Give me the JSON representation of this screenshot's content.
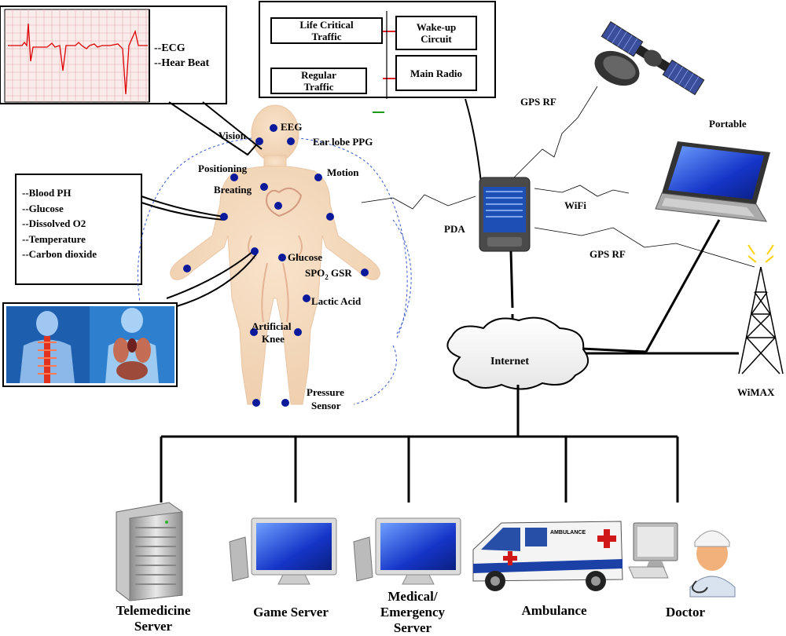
{
  "ecg_panel": {
    "lines": [
      "--ECG",
      "--Hear Beat"
    ]
  },
  "radio_panel": {
    "life_critical": "Life Critical Traffic",
    "regular": "Regular Traffic",
    "wakeup": "Wake-up Circuit",
    "main_radio": "Main Radio"
  },
  "blood_panel": {
    "lines": [
      "--Blood PH",
      "--Glucose",
      "--Dissolved O2",
      "--Temperature",
      "--Carbon dioxide"
    ]
  },
  "body_sensors": {
    "vision": "Vision",
    "eeg": "EEG",
    "ear_lobe": "Ear lobe PPG",
    "positioning": "Positioning",
    "motion": "Motion",
    "breating": "Breating",
    "glucose": "Glucose",
    "spo2": "SPO",
    "spo2_sub": "2",
    "gsr": "GSR",
    "lactic": "Lactic Acid",
    "knee_1": "Artificial",
    "knee_2": "Knee",
    "pressure_1": "Pressure",
    "pressure_2": "Sensor"
  },
  "network": {
    "pda": "PDA",
    "gps_rf_top": "GPS RF",
    "gps_rf_mid": "GPS RF",
    "wifi": "WiFi",
    "portable": "Portable",
    "wimax": "WiMAX",
    "internet": "Internet"
  },
  "endpoints": [
    {
      "line1": "Telemedicine",
      "line2": "Server",
      "line3": ""
    },
    {
      "line1": "Game Server",
      "line2": "",
      "line3": ""
    },
    {
      "line1": "Medical/",
      "line2": "Emergency",
      "line3": "Server"
    },
    {
      "line1": "Ambulance",
      "line2": "",
      "line3": ""
    },
    {
      "line1": "Doctor",
      "line2": "",
      "line3": ""
    }
  ],
  "ambulance_text": "AMBULANCE",
  "colors": {
    "sensor_dot": "#0a1a9a",
    "body": "#f6dcc0",
    "link_red": "#e02020",
    "screen_blue": "#1a3fcf"
  }
}
